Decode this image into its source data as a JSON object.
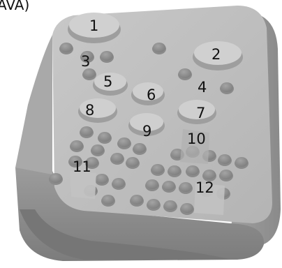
{
  "corner_caption": "AVA)",
  "block": {
    "top_color": "#bdbdbd",
    "side_color": "#9a9a9a",
    "front_color": "#8e8e8e",
    "feature_color": "#a8a8a8",
    "feature_top_color": "#d4d4d4"
  },
  "labels": {
    "l1": "1",
    "l2": "2",
    "l3": "3",
    "l4": "4",
    "l5": "5",
    "l6": "6",
    "l7": "7",
    "l8": "8",
    "l9": "9",
    "l10": "10",
    "l11": "11",
    "l12": "12"
  }
}
